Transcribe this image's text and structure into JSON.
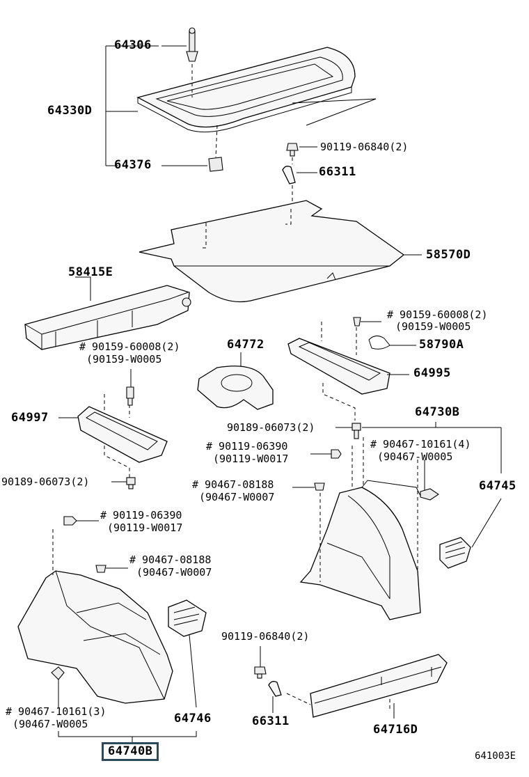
{
  "labels": {
    "p64306": "64306",
    "p64330d": "64330D",
    "p64376": "64376",
    "p90119_06840_a": "90119-06840(2)",
    "p66311_a": "66311",
    "p58570d": "58570D",
    "p58415e": "58415E",
    "p90159_60008_a": "# 90159-60008(2)",
    "p90159_w0005_a": "(90159-W0005",
    "p58790a": "58790A",
    "p64995": "64995",
    "p90159_60008_b": "# 90159-60008(2)",
    "p90159_w0005_b": "(90159-W0005",
    "p64772": "64772",
    "p64997": "64997",
    "p90189_06073_a": "90189-06073(2)",
    "p64730b": "64730B",
    "p90119_06390_a": "# 90119-06390",
    "p90119_w0017_a": "(90119-W0017",
    "p90467_10161_a": "# 90467-10161(4)",
    "p90467_w0005_a": "(90467-W0005",
    "p90189_06073_b": "90189-06073(2)",
    "p90467_08188_a": "# 90467-08188",
    "p90467_w0007_a": "(90467-W0007",
    "p64745": "64745",
    "p90119_06390_b": "# 90119-06390",
    "p90119_w0017_b": "(90119-W0017",
    "p90467_08188_b": "# 90467-08188",
    "p90467_w0007_b": "(90467-W0007",
    "p90119_06840_b": "90119-06840(2)",
    "p90467_10161_b": "# 90467-10161(3)",
    "p90467_w0005_b": "(90467-W0005",
    "p64746": "64746",
    "p66311_b": "66311",
    "p64716d": "64716D",
    "p64740b": "64740B",
    "ref": "641003E"
  },
  "icons": [
    "bolt-icon",
    "clip-icon",
    "screw-icon",
    "nut-icon"
  ],
  "colors": {
    "line": "#000000",
    "highlight_border": "#2c4a5a",
    "background": "#ffffff"
  }
}
